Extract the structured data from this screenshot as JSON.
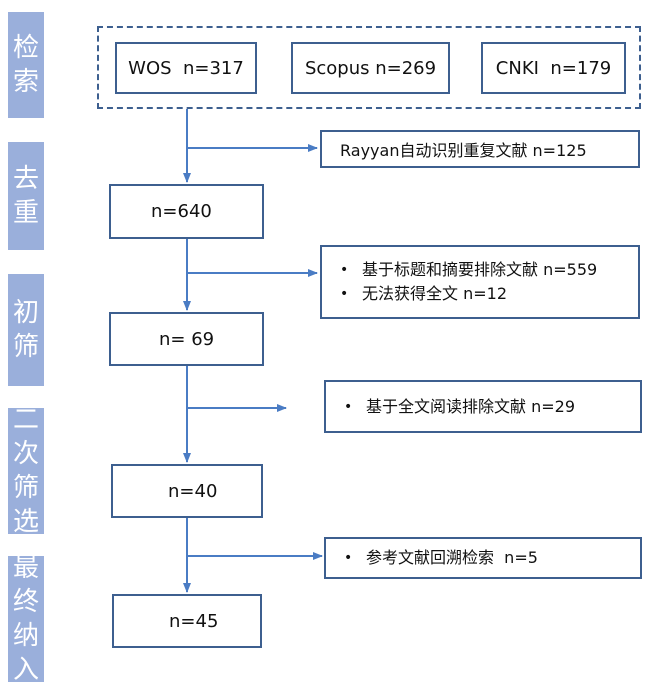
{
  "stages": [
    {
      "chars": [
        "检",
        "索"
      ]
    },
    {
      "chars": [
        "去",
        "重"
      ]
    },
    {
      "chars": [
        "初",
        "筛"
      ]
    },
    {
      "chars": [
        "二",
        "次",
        "筛",
        "选"
      ]
    },
    {
      "chars": [
        "最",
        "终",
        "纳",
        "入"
      ]
    }
  ],
  "sources": {
    "wos": "WOS  n=317",
    "scopus": "Scopus n=269",
    "cnki": "CNKI  n=179"
  },
  "counts": {
    "dedup": "n=640",
    "screen": "n= 69",
    "second": "n=40",
    "final": "n=45"
  },
  "exclusions": {
    "dedup": "Rayyan自动识别重复文献 n=125",
    "screen": [
      "基于标题和摘要排除文献 n=559",
      "无法获得全文 n=12"
    ],
    "second": [
      "基于全文阅读排除文献 n=29"
    ],
    "final": [
      "参考文献回溯检索  n=5"
    ]
  },
  "bullet_char": "•",
  "colors": {
    "stage_fill": "#9aafdb",
    "line": "#4a7cc4",
    "box_border": "#3d5f8f"
  }
}
